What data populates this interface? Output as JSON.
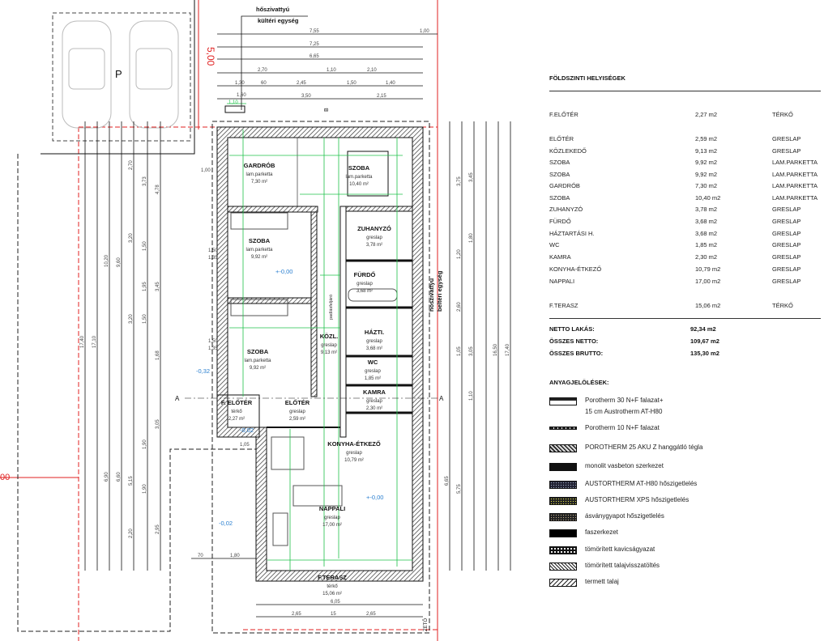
{
  "plan": {
    "top_note": [
      "hőszivattyú",
      "kültéri egység"
    ],
    "side_note": [
      "hőszivattyú",
      "beltéri egység"
    ],
    "attic": "padlásfeljáró",
    "parking": "P",
    "site_dim": "5,00",
    "site_dim_left": "00",
    "section_a": "A",
    "section_b": "B",
    "bottom_cut": "ZETŐ",
    "rooms": [
      {
        "name": "GARDRÓB",
        "mat": "lam.parketta",
        "area": "7,30 m²"
      },
      {
        "name": "SZOBA",
        "mat": "lam.parketta",
        "area": "10,40 m²"
      },
      {
        "name": "SZOBA",
        "mat": "lam.parketta",
        "area": "9,92 m²"
      },
      {
        "name": "ZUHANYZÓ",
        "mat": "greslap",
        "area": "3,78 m²"
      },
      {
        "name": "FÜRDŐ",
        "mat": "greslap",
        "area": "3,68 m²"
      },
      {
        "name": "SZOBA",
        "mat": "lam.parketta",
        "area": "9,92 m²"
      },
      {
        "name": "KÖZL.",
        "mat": "greslap",
        "area": "9,13 m²"
      },
      {
        "name": "HÁZTI.",
        "mat": "greslap",
        "area": "3,68 m²"
      },
      {
        "name": "WC",
        "mat": "greslap",
        "area": "1,85 m²"
      },
      {
        "name": "KAMRA",
        "mat": "greslap",
        "area": "2,30 m²"
      },
      {
        "name": "F. ELŐTÉR",
        "mat": "térkő",
        "area": "2,27 m²"
      },
      {
        "name": "ELŐTÉR",
        "mat": "greslap",
        "area": "2,59 m²"
      },
      {
        "name": "KONYHA-ÉTKEZŐ",
        "mat": "greslap",
        "area": "10,79 m²"
      },
      {
        "name": "NAPPALI",
        "mat": "greslap",
        "area": "17,00 m²"
      },
      {
        "name": "F.TERASZ",
        "mat": "térkő",
        "area": "15,06 m²"
      }
    ],
    "levels": [
      "+-0,00",
      "+-0,00",
      "-0,02",
      "-0,02",
      "-0,32"
    ],
    "dims_top": [
      "7,55",
      "1,00",
      "7,25",
      "6,65",
      "2,70",
      "1,10",
      "2,10",
      "1,30",
      "60",
      "2,45",
      "1,50",
      "1,40",
      "1,60",
      "3,50",
      "2,15",
      "1,10"
    ],
    "dims_left": [
      "17,40",
      "17,10",
      "10,20",
      "9,60",
      "2,70",
      "3,73",
      "4,78",
      "3,20",
      "1,50",
      "1,95",
      "3,45",
      "3,20",
      "1,50",
      "1,68",
      "6,90",
      "6,60",
      "5,15",
      "1,90",
      "3,05",
      "1,90",
      "2,20",
      "2,95"
    ],
    "dims_right": [
      "3,75",
      "3,45",
      "1,80",
      "1,20",
      "2,60",
      "3,05",
      "16,50",
      "17,40",
      "6,65",
      "5,75",
      "1,05",
      "1,10"
    ],
    "dims_bottom": [
      "6,05",
      "2,65",
      "2,65",
      "15",
      "1,80",
      "70",
      "1,50",
      "1,35",
      "1,50",
      "1,35",
      "1,00",
      "1,05"
    ]
  },
  "table": {
    "title": "FÖLDSZINTI HELYISÉGEK",
    "rows": [
      {
        "name": "F.ELŐTÉR",
        "area": "2,27 m2",
        "mat": "TÉRKŐ"
      },
      {
        "name": "ELŐTÉR",
        "area": "2,59 m2",
        "mat": "GRESLAP"
      },
      {
        "name": "KÖZLEKEDŐ",
        "area": "9,13 m2",
        "mat": "GRESLAP"
      },
      {
        "name": "SZOBA",
        "area": "9,92 m2",
        "mat": "LAM.PARKETTA"
      },
      {
        "name": "SZOBA",
        "area": "9,92 m2",
        "mat": "LAM.PARKETTA"
      },
      {
        "name": "GARDRÓB",
        "area": "7,30 m2",
        "mat": "LAM.PARKETTA"
      },
      {
        "name": "SZOBA",
        "area": "10,40 m2",
        "mat": "LAM.PARKETTA"
      },
      {
        "name": "ZUHANYZÓ",
        "area": "3,78 m2",
        "mat": "GRESLAP"
      },
      {
        "name": "FÜRDŐ",
        "area": "3,68 m2",
        "mat": "GRESLAP"
      },
      {
        "name": "HÁZTARTÁSI H.",
        "area": "3,68 m2",
        "mat": "GRESLAP"
      },
      {
        "name": "WC",
        "area": "1,85 m2",
        "mat": "GRESLAP"
      },
      {
        "name": "KAMRA",
        "area": "2,30 m2",
        "mat": "GRESLAP"
      },
      {
        "name": "KONYHA-ÉTKEZŐ",
        "area": "10,79 m2",
        "mat": "GRESLAP"
      },
      {
        "name": "NAPPALI",
        "area": "17,00 m2",
        "mat": "GRESLAP"
      },
      {
        "name": "F.TERASZ",
        "area": "15,06 m2",
        "mat": "TÉRKŐ"
      }
    ],
    "totals": [
      {
        "label": "NETTO LAKÁS:",
        "value": "92,34 m2"
      },
      {
        "label": "ÖSSZES NETTO:",
        "value": "109,67 m2"
      },
      {
        "label": "ÖSSZES BRUTTO:",
        "value": "135,30 m2"
      }
    ]
  },
  "legend": {
    "title": "ANYAGJELÖLÉSEK:",
    "items": [
      {
        "label": "Porotherm 30 N+F falazat+",
        "label2": "15 cm Austrotherm AT-H80",
        "icon": "insulated-wall-swatch"
      },
      {
        "label": "Porotherm 10 N+F falazat",
        "icon": "thin-wall-swatch"
      },
      {
        "label": "POROTHERM 25 AKU Z hanggátló tégla",
        "icon": "hatched-brick-swatch"
      },
      {
        "label": "monolit vasbeton szerkezet",
        "icon": "concrete-swatch"
      },
      {
        "label": "AUSTORTHERM AT-H80  hőszigetlelés",
        "icon": "eps-swatch"
      },
      {
        "label": "AUSTORTHERM XPS  hőszigetlelés",
        "icon": "xps-swatch"
      },
      {
        "label": "ásványgyapot hőszigetlelés",
        "icon": "mineral-wool-swatch"
      },
      {
        "label": "faszerkezet",
        "icon": "timber-swatch"
      },
      {
        "label": "tömörített kavicságyazat",
        "icon": "gravel-swatch"
      },
      {
        "label": "tömörített talajvisszatöltés",
        "icon": "backfill-swatch"
      },
      {
        "label": "termett talaj",
        "icon": "natural-soil-swatch"
      }
    ],
    "colors": {
      "accent_green": "#1fc24a",
      "level_blue": "#2a7fd0",
      "site_red": "#e02020",
      "xps_yellow": "#c8c030"
    }
  }
}
